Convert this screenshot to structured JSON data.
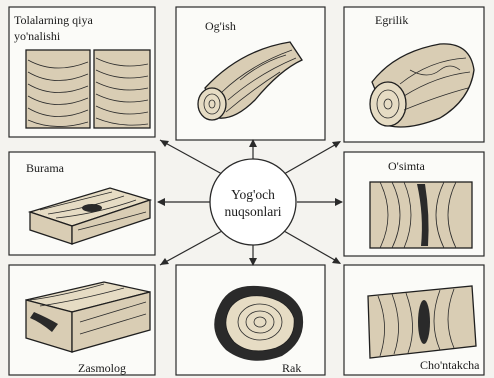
{
  "diagram": {
    "center": {
      "line1": "Yog'och",
      "line2": "nuqsonlari"
    },
    "defects": [
      {
        "id": "fiber-tilt",
        "label_line1": "Tolalarning qiya",
        "label_line2": "yo'nalishi"
      },
      {
        "id": "bending",
        "label_line1": "Og'ish"
      },
      {
        "id": "curvature",
        "label_line1": "Egrilik"
      },
      {
        "id": "twist",
        "label_line1": "Burama"
      },
      {
        "id": "sprout",
        "label_line1": "O'simta"
      },
      {
        "id": "wound",
        "label_line1": "Zasmolog"
      },
      {
        "id": "cancer",
        "label_line1": "Rak"
      },
      {
        "id": "knot",
        "label_line1": "Cho'ntakcha"
      }
    ]
  }
}
